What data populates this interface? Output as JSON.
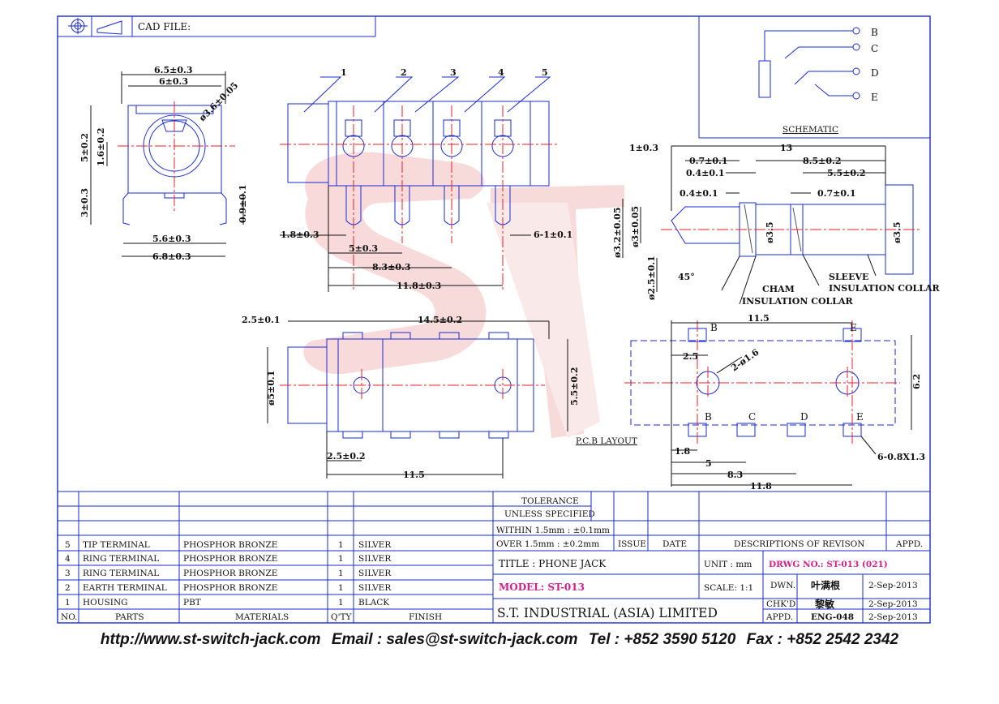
{
  "header": {
    "cad_file_label": "CAD FILE:"
  },
  "schematic": {
    "title": "SCHEMATIC",
    "pins": [
      "B",
      "C",
      "D",
      "E"
    ]
  },
  "front_view": {
    "dims": [
      "6.5±0.3",
      "6±0.3",
      "ø3.6±0.05",
      "5±0.2",
      "1.6±0.2",
      "3±0.3",
      "0.9±0.1",
      "5.6±0.3",
      "6.8±0.3"
    ]
  },
  "side_view": {
    "callouts": [
      "1",
      "2",
      "3",
      "4",
      "5"
    ],
    "dims": [
      "1.8±0.3",
      "5±0.3",
      "8.3±0.3",
      "11.8±0.3",
      "6-1±0.1"
    ]
  },
  "plug_view": {
    "dims": [
      "1±0.3",
      "13",
      "0.7±0.1",
      "8.5±0.2",
      "0.4±0.1",
      "5.5±0.2",
      "0.4±0.1",
      "0.7±0.1",
      "ø3.2±0.05",
      "ø3±0.05",
      "ø3.5",
      "ø3.5",
      "ø2.5±0.1",
      "45°"
    ],
    "labels": [
      "CHAM",
      "INSULATION COLLAR",
      "SLEEVE",
      "INSULATION COLLAR"
    ]
  },
  "bottom_view": {
    "dims": [
      "2.5±0.1",
      "14.5±0.2",
      "ø5±0.1",
      "5.5±0.2",
      "2.5±0.2",
      "11.5"
    ]
  },
  "pcb_layout": {
    "title": "P.C.B LAYOUT",
    "pad_labels": [
      "B",
      "E",
      "B",
      "C",
      "D",
      "E"
    ],
    "dims": [
      "11.5",
      "2.5",
      "2-ø1.6",
      "6.2",
      "1.8",
      "5",
      "8.3",
      "11.8",
      "6-0.8X1.3"
    ]
  },
  "parts_table": {
    "headers": [
      "NO.",
      "PARTS",
      "MATERIALS",
      "Q'TY",
      "FINISH"
    ],
    "rows": [
      {
        "no": "5",
        "part": "TIP TERMINAL",
        "material": "PHOSPHOR BRONZE",
        "qty": "1",
        "finish": "SILVER"
      },
      {
        "no": "4",
        "part": "RING TERMINAL",
        "material": "PHOSPHOR BRONZE",
        "qty": "1",
        "finish": "SILVER"
      },
      {
        "no": "3",
        "part": "RING TERMINAL",
        "material": "PHOSPHOR BRONZE",
        "qty": "1",
        "finish": "SILVER"
      },
      {
        "no": "2",
        "part": "EARTH TERMINAL",
        "material": "PHOSPHOR BRONZE",
        "qty": "1",
        "finish": "SILVER"
      },
      {
        "no": "1",
        "part": "HOUSING",
        "material": "PBT",
        "qty": "1",
        "finish": "BLACK"
      }
    ]
  },
  "title_block": {
    "tolerance_1": "TOLERANCE",
    "tolerance_2": "UNLESS   SPECIFIED",
    "within": "WITHIN  1.5mm : ±0.1mm",
    "over": "OVER    1.5mm : ±0.2mm",
    "issue": "ISSUE",
    "date": "DATE",
    "descriptions": "DESCRIPTIONS  OF  REVISON",
    "appd_header": "APPD.",
    "title": "TITLE : PHONE JACK",
    "unit": "UNIT :  mm",
    "drwg": "DRWG  NO.: ST-013 (021)",
    "model": "MODEL: ST-013",
    "scale": "SCALE:  1:1",
    "company": "S.T.  INDUSTRIAL  (ASIA)  LIMITED",
    "dwn_label": "DWN.",
    "dwn_name": "叶满根",
    "dwn_date": "2-Sep-2013",
    "chkd_label": "CHK'D",
    "chkd_name": "黎敏",
    "chkd_date": "2-Sep-2013",
    "appd_label": "APPD.",
    "appd_name": "ENG-048",
    "appd_date": "2-Sep-2013"
  },
  "footer": {
    "website": "http://www.st-switch-jack.com",
    "email": "Email : sales@st-switch-jack.com",
    "tel": "Tel : +852 3590 5120",
    "fax": "Fax : +852 2542 2342"
  },
  "colors": {
    "line": "#1a2ad0",
    "center_line": "#e8202a",
    "watermark": "#f4c8c8",
    "ink": "#111111",
    "magenta": "#d0208a"
  }
}
